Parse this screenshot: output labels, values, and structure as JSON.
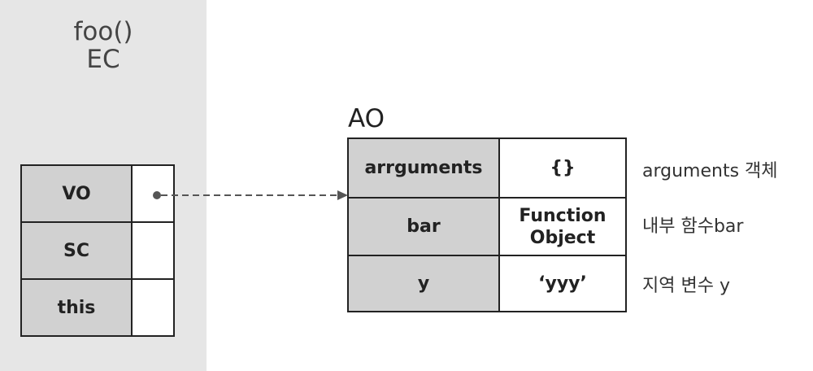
{
  "ec": {
    "title_line1": "foo()",
    "title_line2": "EC",
    "rows": [
      {
        "key": "VO",
        "points_to": "AO"
      },
      {
        "key": "SC"
      },
      {
        "key": "this"
      }
    ]
  },
  "ao": {
    "title": "AO",
    "rows": [
      {
        "key": "arrguments",
        "value": "{}",
        "note": "arguments 객체"
      },
      {
        "key": "bar",
        "value_line1": "Function",
        "value_line2": "Object",
        "note": "내부 함수bar"
      },
      {
        "key": "y",
        "value": "‘yyy’",
        "note": "지역 변수 y"
      }
    ]
  },
  "colors": {
    "panel_bg": "#e6e6e6",
    "key_cell_bg": "#d1d1d1",
    "value_cell_bg": "#ffffff",
    "line": "#222222",
    "arrow": "#555555"
  }
}
